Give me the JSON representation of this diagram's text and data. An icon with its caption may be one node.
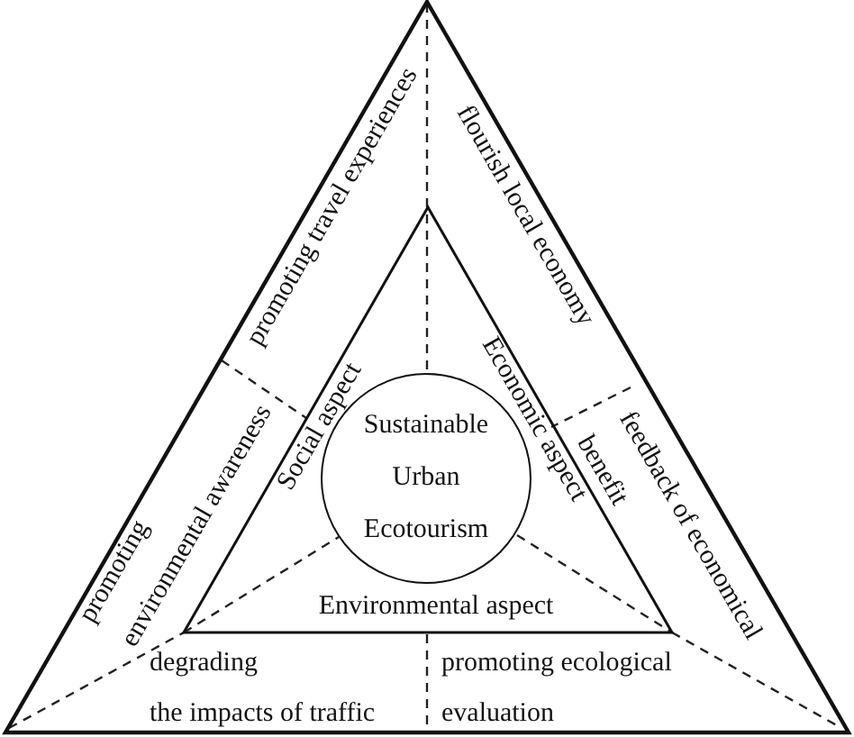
{
  "diagram": {
    "nodes": [
      {
        "text": [],
        "shape": "triangle"
      },
      {
        "text": [],
        "shape": "triangle",
        "in": 0
      },
      {
        "text": [
          "Sustainable Urban Ecotourism"
        ],
        "in": 1
      }
    ],
    "labels": [
      "promoting travel experiences",
      "flourish local economy",
      "Social aspect",
      "Economic aspect",
      "promoting environmental awareness",
      "feedback of economical benefit",
      "Environmental aspect",
      "degrading the impacts of traffic",
      "promoting ecological evaluation"
    ]
  }
}
